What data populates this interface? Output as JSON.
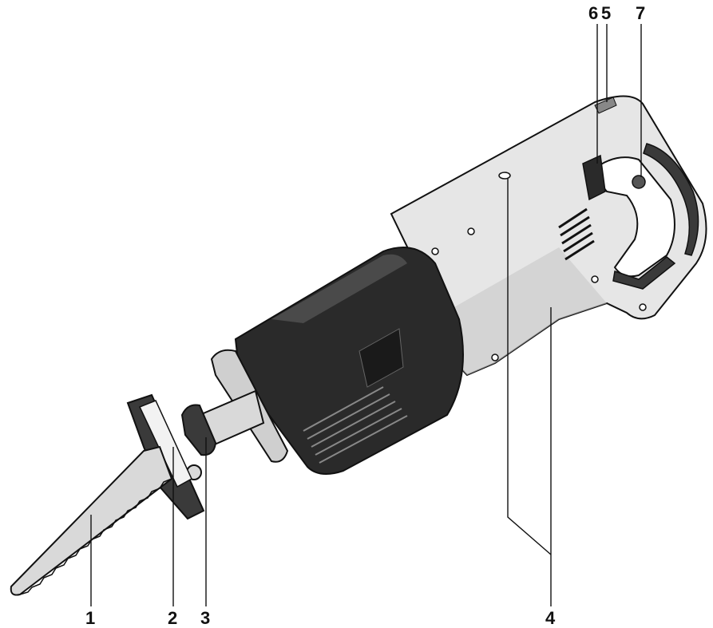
{
  "figure": {
    "callouts": {
      "c1": "1",
      "c2": "2",
      "c3": "3",
      "c4": "4",
      "c5": "5",
      "c6": "6",
      "c7": "7"
    },
    "colors": {
      "housing_light": "#e6e6e6",
      "housing_shadow": "#c8c8c8",
      "motor_dark": "#2a2a2a",
      "rubber_dark": "#3a3a3a",
      "blade": "#d9d9d9",
      "outline": "#111111"
    }
  }
}
